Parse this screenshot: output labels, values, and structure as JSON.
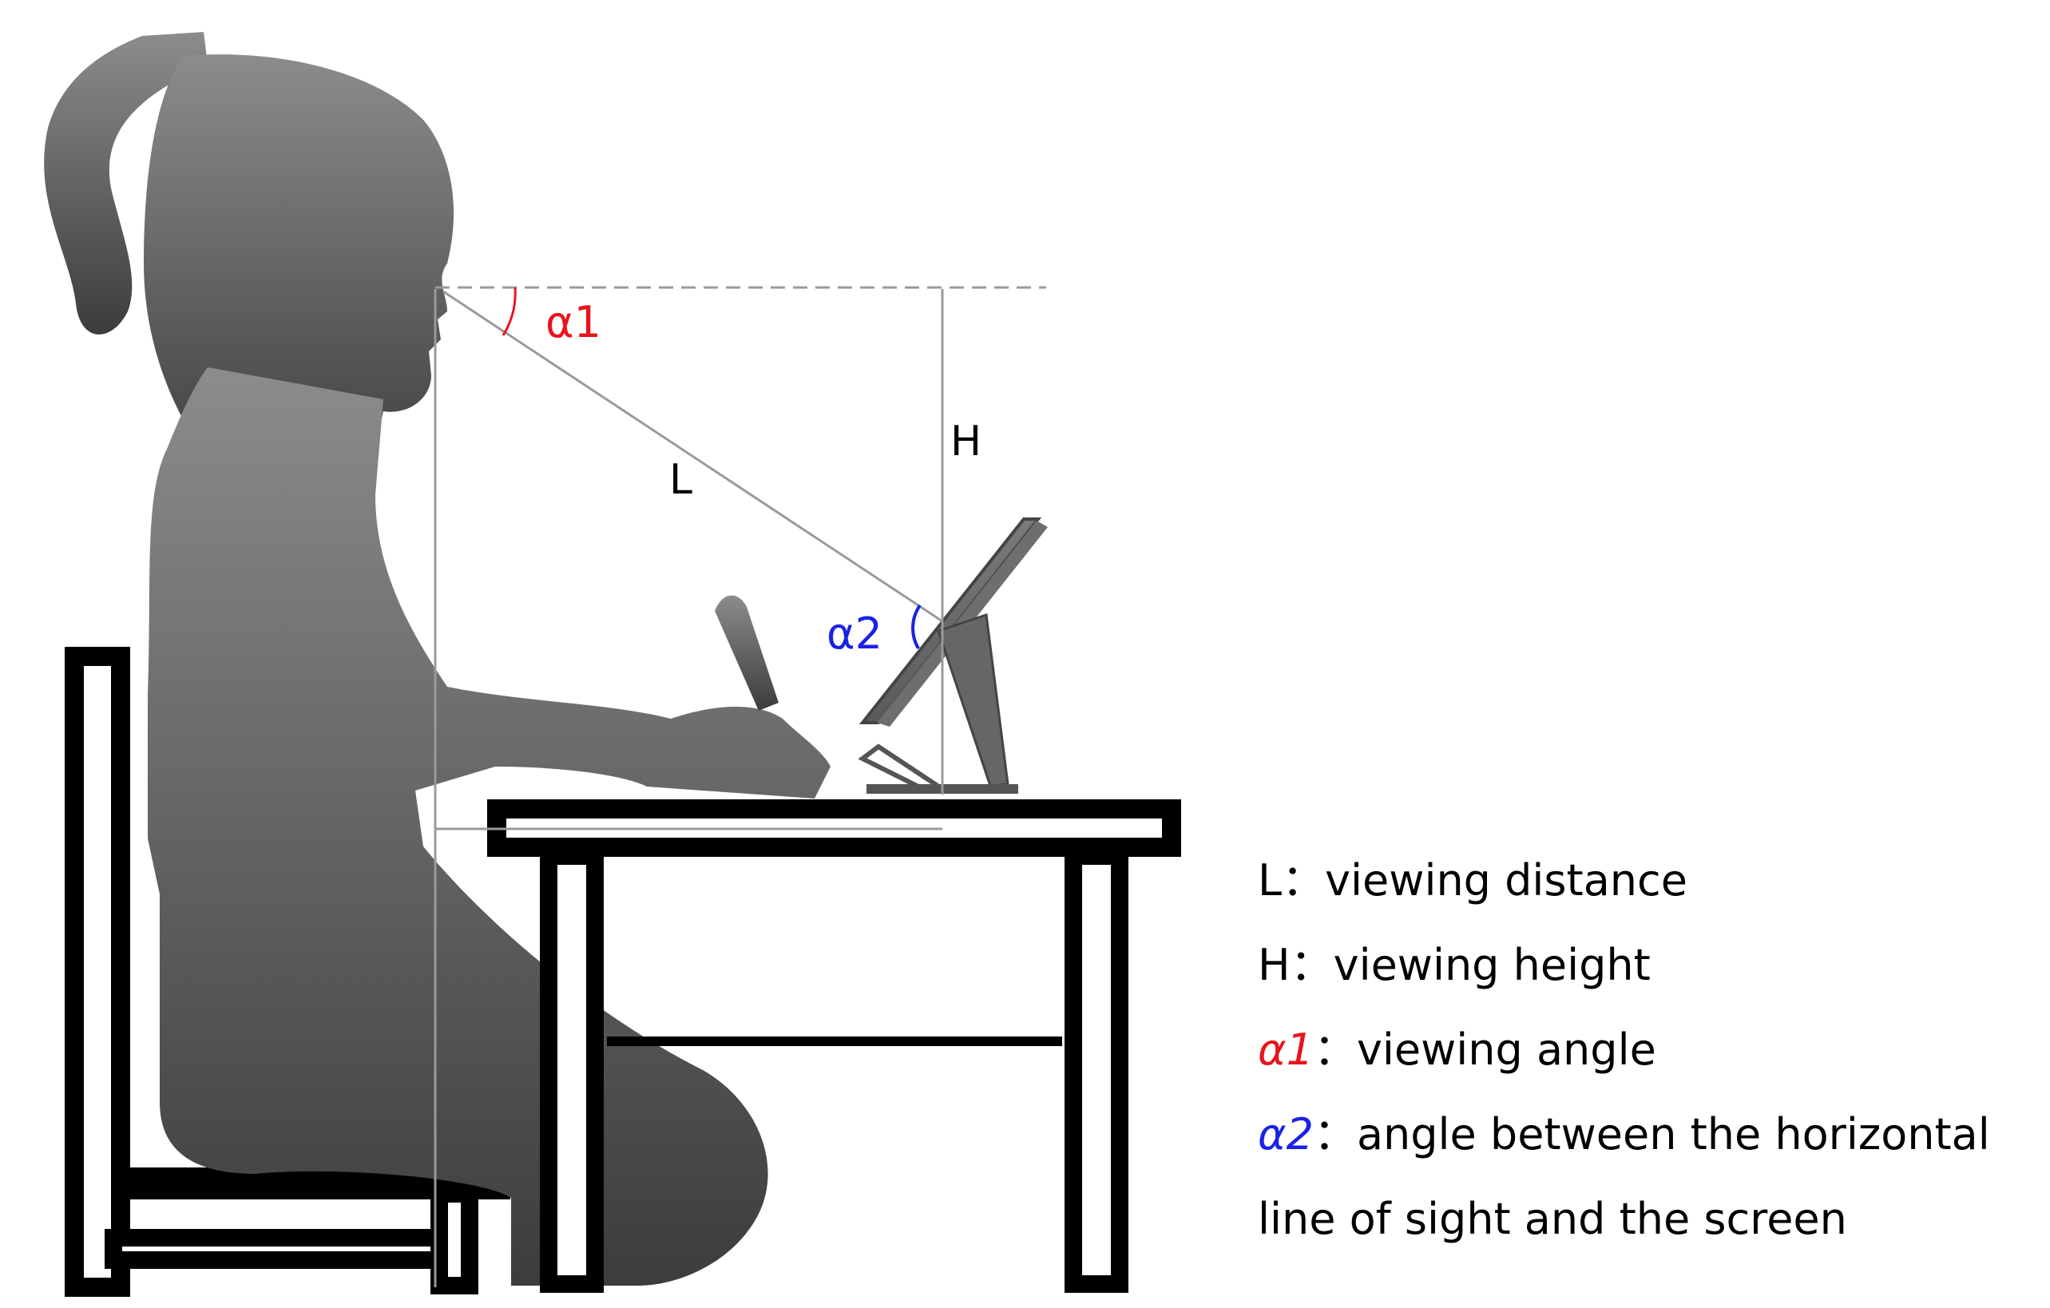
{
  "labels": {
    "L": "L",
    "H": "H",
    "a1": "α1",
    "a2": "α2"
  },
  "legend": [
    {
      "key": "L",
      "sep": "：",
      "text": "viewing distance"
    },
    {
      "key": "H",
      "sep": "：",
      "text": "viewing height"
    },
    {
      "key": "α1",
      "sep": "：",
      "text": "viewing angle"
    },
    {
      "key": "α2",
      "sep": "：",
      "text": "angle between the horizontal line of sight and the screen"
    }
  ],
  "colors": {
    "alpha1": "#e8141b",
    "alpha2": "#1a22e6",
    "furniture": "#000000",
    "silhouette_top": "#8c8c8c",
    "silhouette_bottom": "#3c3c3c",
    "guide_line": "#9a9a9a"
  }
}
